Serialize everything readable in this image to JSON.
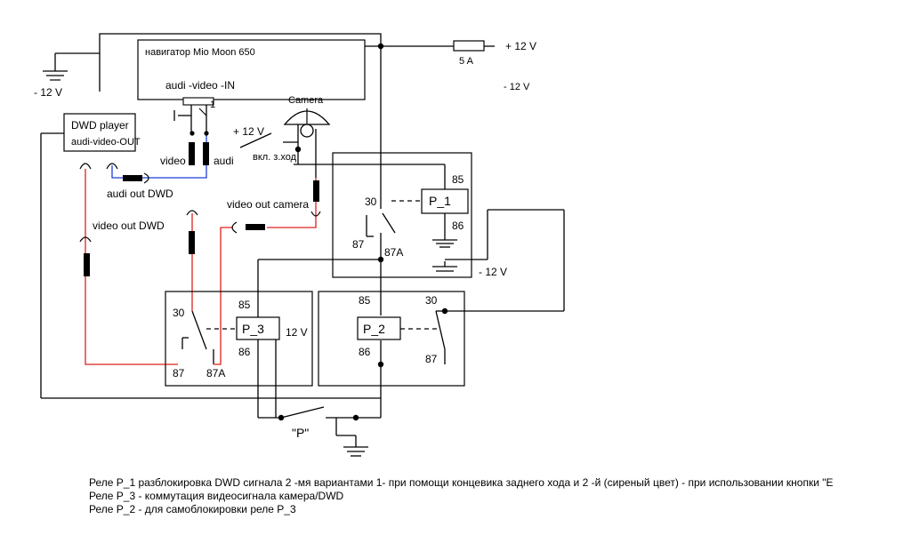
{
  "colors": {
    "wire": "#000000",
    "video_wire": "#e0201a",
    "audio_wire": "#1f3fd8",
    "relay_fill": "#ffffff"
  },
  "labels": {
    "navigator": "навигатор Mio Moon 650",
    "nav_input": "audi -video -IN",
    "nav_pin_1": "1",
    "dvd_player": "DWD player",
    "dvd_output": "audi-video-OUT",
    "minus12_left": "- 12 V",
    "plus12_top": "+ 12 V",
    "fuse": "5 A",
    "minus12_top_right": "- 12 V",
    "camera": "Camera",
    "plus12_switch": "+ 12 V",
    "reverse_switch": "вкл. з.ход",
    "video_tag": "video",
    "audio_tag": "audi",
    "audio_out_dvd": "audi out DWD",
    "video_out_camera": "video out camera",
    "video_out_dvd": "video out DWD",
    "minus12_mid": "- 12 V",
    "p_button": "\"P\"",
    "p3_12v": "12 V"
  },
  "relays": {
    "p1": {
      "name": "P_1",
      "pin85": "85",
      "pin86": "86",
      "pin30": "30",
      "pin87": "87",
      "pin87a": "87A"
    },
    "p3": {
      "name": "P_3",
      "pin85": "85",
      "pin86": "86",
      "pin30": "30",
      "pin87": "87",
      "pin87a": "87A"
    },
    "p2": {
      "name": "P_2",
      "pin85": "85",
      "pin86": "86",
      "pin30": "30",
      "pin87": "87"
    }
  },
  "notes": [
    "Реле Р_1 разблокировка DWD сигнала 2 -мя вариантами 1- при помощи концевика  заднего хода и 2 -й (сиреный цвет) - при использовании кнопки \"Е",
    "Реле Р_3 - коммутация видеосигнала камера/DWD",
    "Реле Р_2 - для самоблокировки реле Р_3"
  ]
}
